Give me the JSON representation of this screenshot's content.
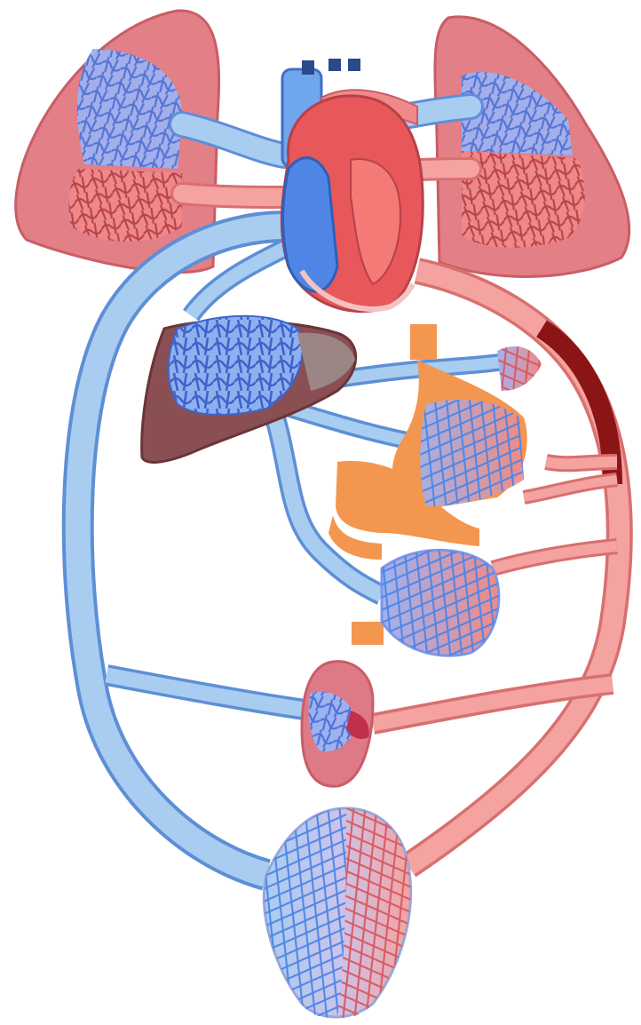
{
  "diagram": {
    "type": "circulatory-system",
    "labels": [],
    "colors": {
      "background": "#ffffff",
      "vein": "#a9cdf0",
      "vein_edge": "#5d8fd6",
      "vein_dark": "#4f86e6",
      "artery": "#f4a3a0",
      "artery_edge": "#d96f6f",
      "artery_dark": "#e8585a",
      "lung": "#e37f86",
      "lung_edge": "#c95d66",
      "capillary_blue": "#7d96e8",
      "capillary_red": "#d85a63",
      "liver": "#8a4f52",
      "digestive_orange": "#f3964f",
      "kidney": "#de7a88",
      "hepatic_artery": "#8b1515"
    },
    "organs": [
      {
        "name": "left-lung"
      },
      {
        "name": "right-lung"
      },
      {
        "name": "heart"
      },
      {
        "name": "liver"
      },
      {
        "name": "stomach-intestine"
      },
      {
        "name": "kidney"
      },
      {
        "name": "lower-body-capillaries"
      }
    ]
  }
}
